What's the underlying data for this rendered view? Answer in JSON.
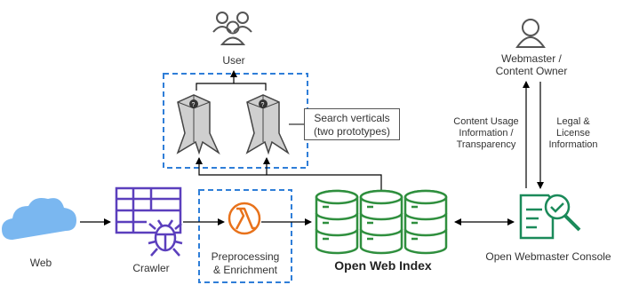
{
  "labels": {
    "user": "User",
    "webmaster_line1": "Webmaster /",
    "webmaster_line2": "Content Owner",
    "verticals_line1": "Search verticals",
    "verticals_line2": "(two prototypes)",
    "content_usage_line1": "Content Usage",
    "content_usage_line2": "Information /",
    "content_usage_line3": "Transparency",
    "legal_line1": "Legal &",
    "legal_line2": "License",
    "legal_line3": "Information",
    "web": "Web",
    "crawler": "Crawler",
    "preproc_line1": "Preprocessing",
    "preproc_line2": "& Enrichment",
    "index": "Open Web Index",
    "console": "Open Webmaster Console"
  },
  "colors": {
    "cloud": "#7ab7f0",
    "crawler": "#5b3fbd",
    "lambda": "#e8721b",
    "database": "#2f8f3e",
    "console": "#1b8a5a",
    "dashed": "#2f7ed8",
    "person": "#555555",
    "vertical_body": "#cfcfcf"
  },
  "icons": [
    "users-icon",
    "person-icon",
    "cloud-icon",
    "crawler-icon",
    "lambda-icon",
    "database-icon",
    "console-icon",
    "search-vertical-icon"
  ]
}
